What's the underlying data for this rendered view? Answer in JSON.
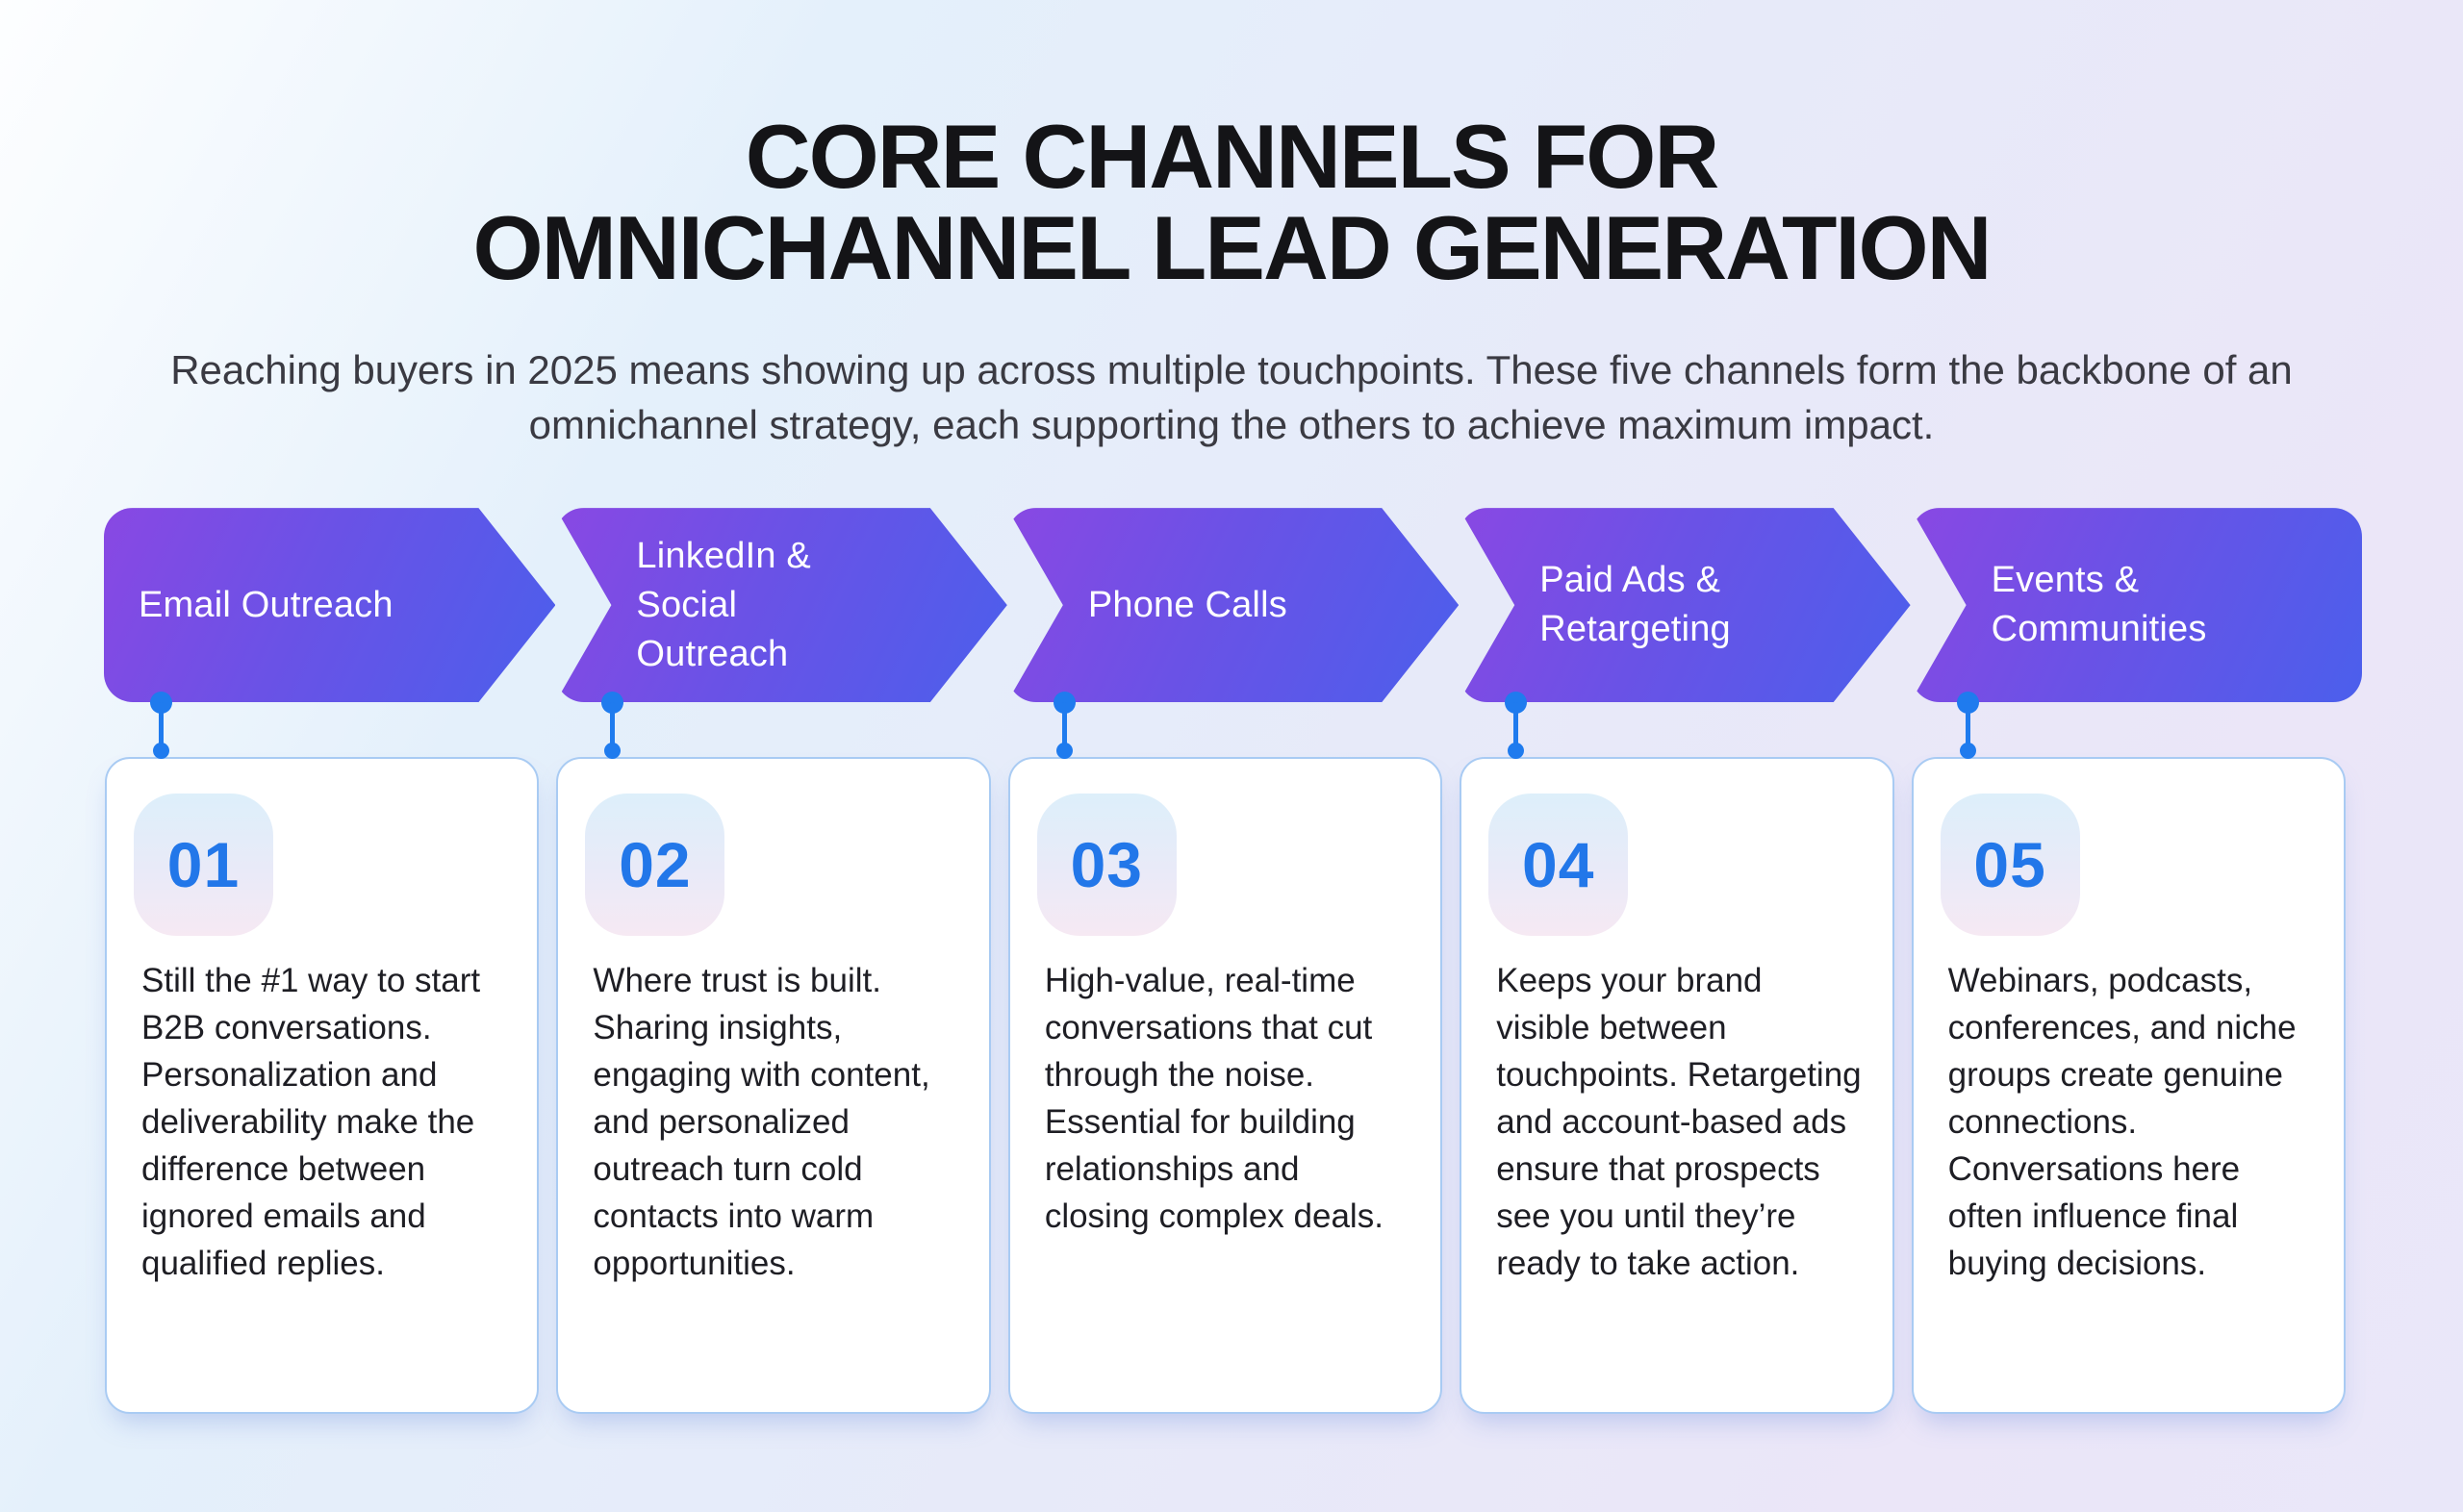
{
  "header": {
    "title_line1": "CORE CHANNELS FOR",
    "title_line2": "OMNICHANNEL LEAD GENERATION",
    "subtitle": "Reaching buyers in 2025 means showing up across multiple touchpoints. These five channels form the backbone of an omnichannel strategy, each supporting the others to achieve maximum impact."
  },
  "colors": {
    "arrow-grad-start": "#8948E3",
    "arrow-grad-end": "#4B5FEC",
    "connector-blue": "#1F7BEE",
    "number-blue": "#2277E9",
    "card-border": "#A9CBF3"
  },
  "channels": [
    {
      "number": "01",
      "label": "Email Outreach",
      "description": "Still the #1 way to start B2B conversations. Personalization and deliverability make the difference between ignored emails and qualified replies."
    },
    {
      "number": "02",
      "label": "LinkedIn & Social\nOutreach",
      "description": "Where trust is built. Sharing insights, engaging with content, and personalized outreach turn cold contacts into warm opportunities."
    },
    {
      "number": "03",
      "label": "Phone Calls",
      "description": "High-value, real-time conversations that cut through the noise. Essential for building relationships and closing complex deals."
    },
    {
      "number": "04",
      "label": "Paid Ads &\nRetargeting",
      "description": "Keeps your brand visible between touchpoints. Retargeting and account-based ads ensure that prospects see you until they’re ready to take action."
    },
    {
      "number": "05",
      "label": "Events &\nCommunities",
      "description": "Webinars, podcasts, conferences, and niche groups create genuine connections. Conversations here often influence final buying decisions."
    }
  ]
}
